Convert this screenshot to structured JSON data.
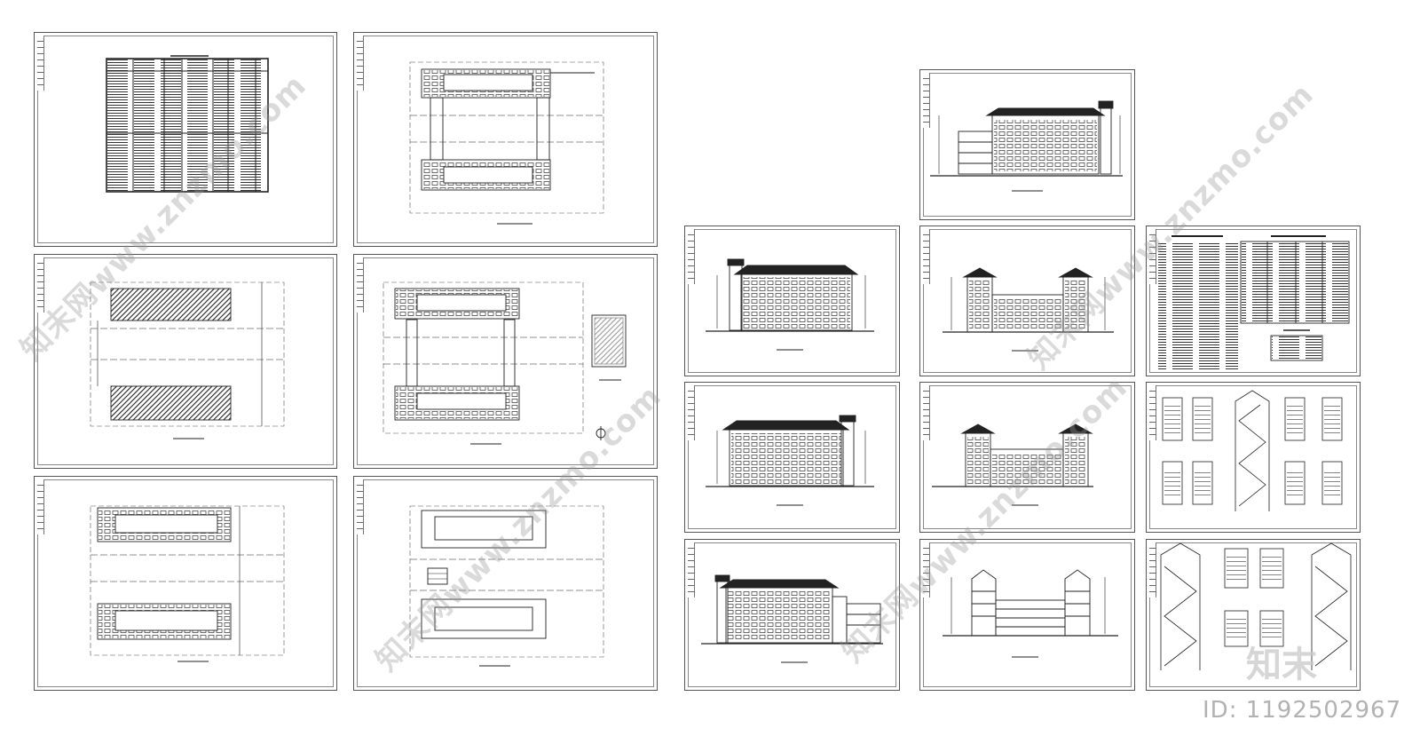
{
  "sheets": [
    {
      "id": "s1",
      "kind": "design-table"
    },
    {
      "id": "s2",
      "kind": "floor-plan"
    },
    {
      "id": "s3",
      "kind": "roof-plan"
    },
    {
      "id": "s4",
      "kind": "floor-plan-with-detail"
    },
    {
      "id": "s5",
      "kind": "floor-plan"
    },
    {
      "id": "s6",
      "kind": "floor-plan"
    },
    {
      "id": "s7",
      "kind": "elevation-long"
    },
    {
      "id": "s8",
      "kind": "elevation-long"
    },
    {
      "id": "s9",
      "kind": "elevation-long"
    },
    {
      "id": "s10",
      "kind": "elevation-long"
    },
    {
      "id": "s11",
      "kind": "elevation-u-shape"
    },
    {
      "id": "s12",
      "kind": "elevation-u-shape"
    },
    {
      "id": "s13",
      "kind": "section-u-shape"
    },
    {
      "id": "s14",
      "kind": "notes-and-tables"
    },
    {
      "id": "s15",
      "kind": "stair-details"
    },
    {
      "id": "s16",
      "kind": "stair-details"
    }
  ],
  "watermarks": [
    {
      "text": "知末网www.znzmo.com"
    },
    {
      "text": "知末网www.znzmo.com"
    },
    {
      "text": "知末网www.znzmo.com"
    },
    {
      "text": "知末网www.znzmo.com"
    }
  ],
  "brand_logo": {
    "text": "知末"
  },
  "id_label": {
    "text": "ID: 1192502967"
  },
  "colors": {
    "line": "#222222",
    "frame": "#555555",
    "watermark": "#969696",
    "background": "#ffffff"
  }
}
